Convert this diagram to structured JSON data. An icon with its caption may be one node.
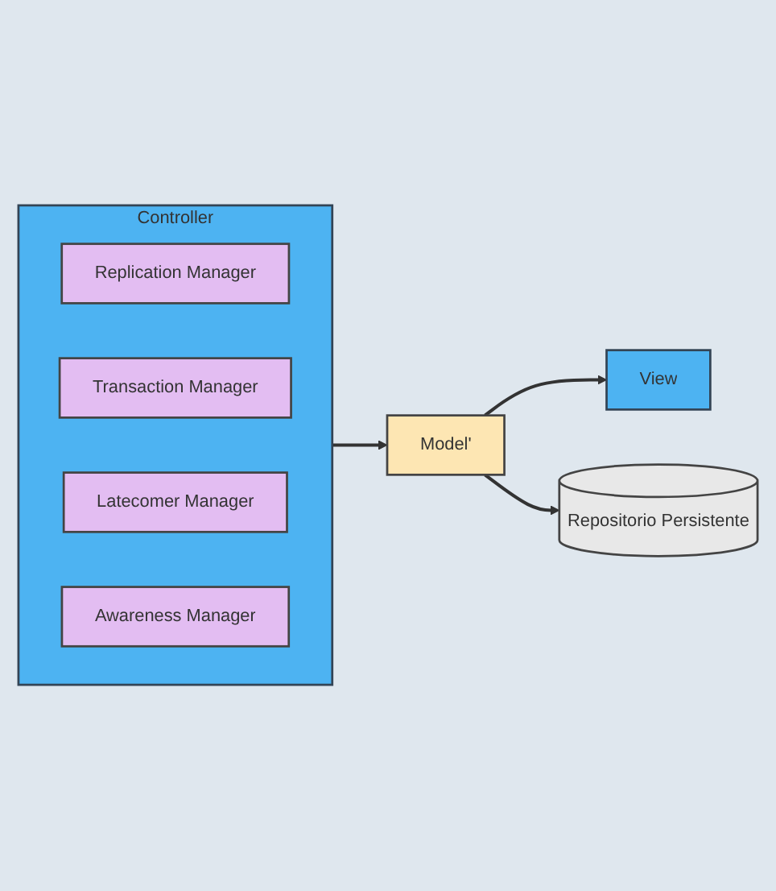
{
  "diagram": {
    "nodes": [
      {
        "text": [
          "Controller"
        ]
      },
      {
        "text": [
          "Replication Manager"
        ],
        "in": 0
      },
      {
        "text": [
          "Transaction Manager"
        ],
        "in": 0
      },
      {
        "text": [
          "Latecomer Manager"
        ],
        "in": 0
      },
      {
        "text": [
          "Awareness Manager"
        ],
        "in": 0
      },
      {
        "text": [
          "View"
        ]
      },
      {
        "text": [
          "Model'"
        ]
      },
      {
        "text": [
          "Repositorio Persistente"
        ]
      }
    ],
    "edges": [
      {
        "from": 0,
        "to": 6,
        "arrow": "to"
      },
      {
        "from": 6,
        "to": 5,
        "arrow": "to"
      },
      {
        "from": 6,
        "to": 7,
        "arrow": "to"
      }
    ]
  }
}
